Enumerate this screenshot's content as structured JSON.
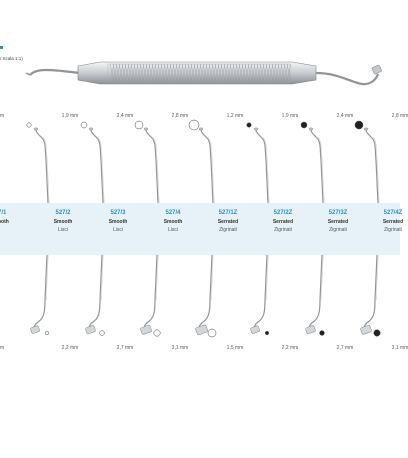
{
  "scale_label": "/ Scala 1:1)",
  "colors": {
    "accent": "#2a8fc5",
    "band": "#e6f2f8",
    "steel": "#9aa0a6"
  },
  "top_sizes": [
    "mm",
    "1,9 mm",
    "2,4 mm",
    "2,8 mm",
    "1,2 mm",
    "1,9 mm",
    "2,4 mm",
    "2,8 mm"
  ],
  "columns": [
    {
      "code": "7/1",
      "type": "ooth",
      "trans": ""
    },
    {
      "code": "527/2",
      "type": "Smooth",
      "trans": "Lisci"
    },
    {
      "code": "527/3",
      "type": "Smooth",
      "trans": "Lisci"
    },
    {
      "code": "527/4",
      "type": "Smooth",
      "trans": "Lisci"
    },
    {
      "code": "527/1Z",
      "type": "Serrated",
      "trans": "Zigrinati"
    },
    {
      "code": "527/2Z",
      "type": "Serrated",
      "trans": "Zigrinati"
    },
    {
      "code": "527/3Z",
      "type": "Serrated",
      "trans": "Zigrinati"
    },
    {
      "code": "527/4Z",
      "type": "Serrated",
      "trans": "Zigrinati"
    }
  ],
  "bottom_sizes": [
    "mm",
    "2,2 mm",
    "2,7 mm",
    "3,1 mm",
    "1,5 mm",
    "2,2 mm",
    "2,7 mm",
    "3,1 mm"
  ]
}
